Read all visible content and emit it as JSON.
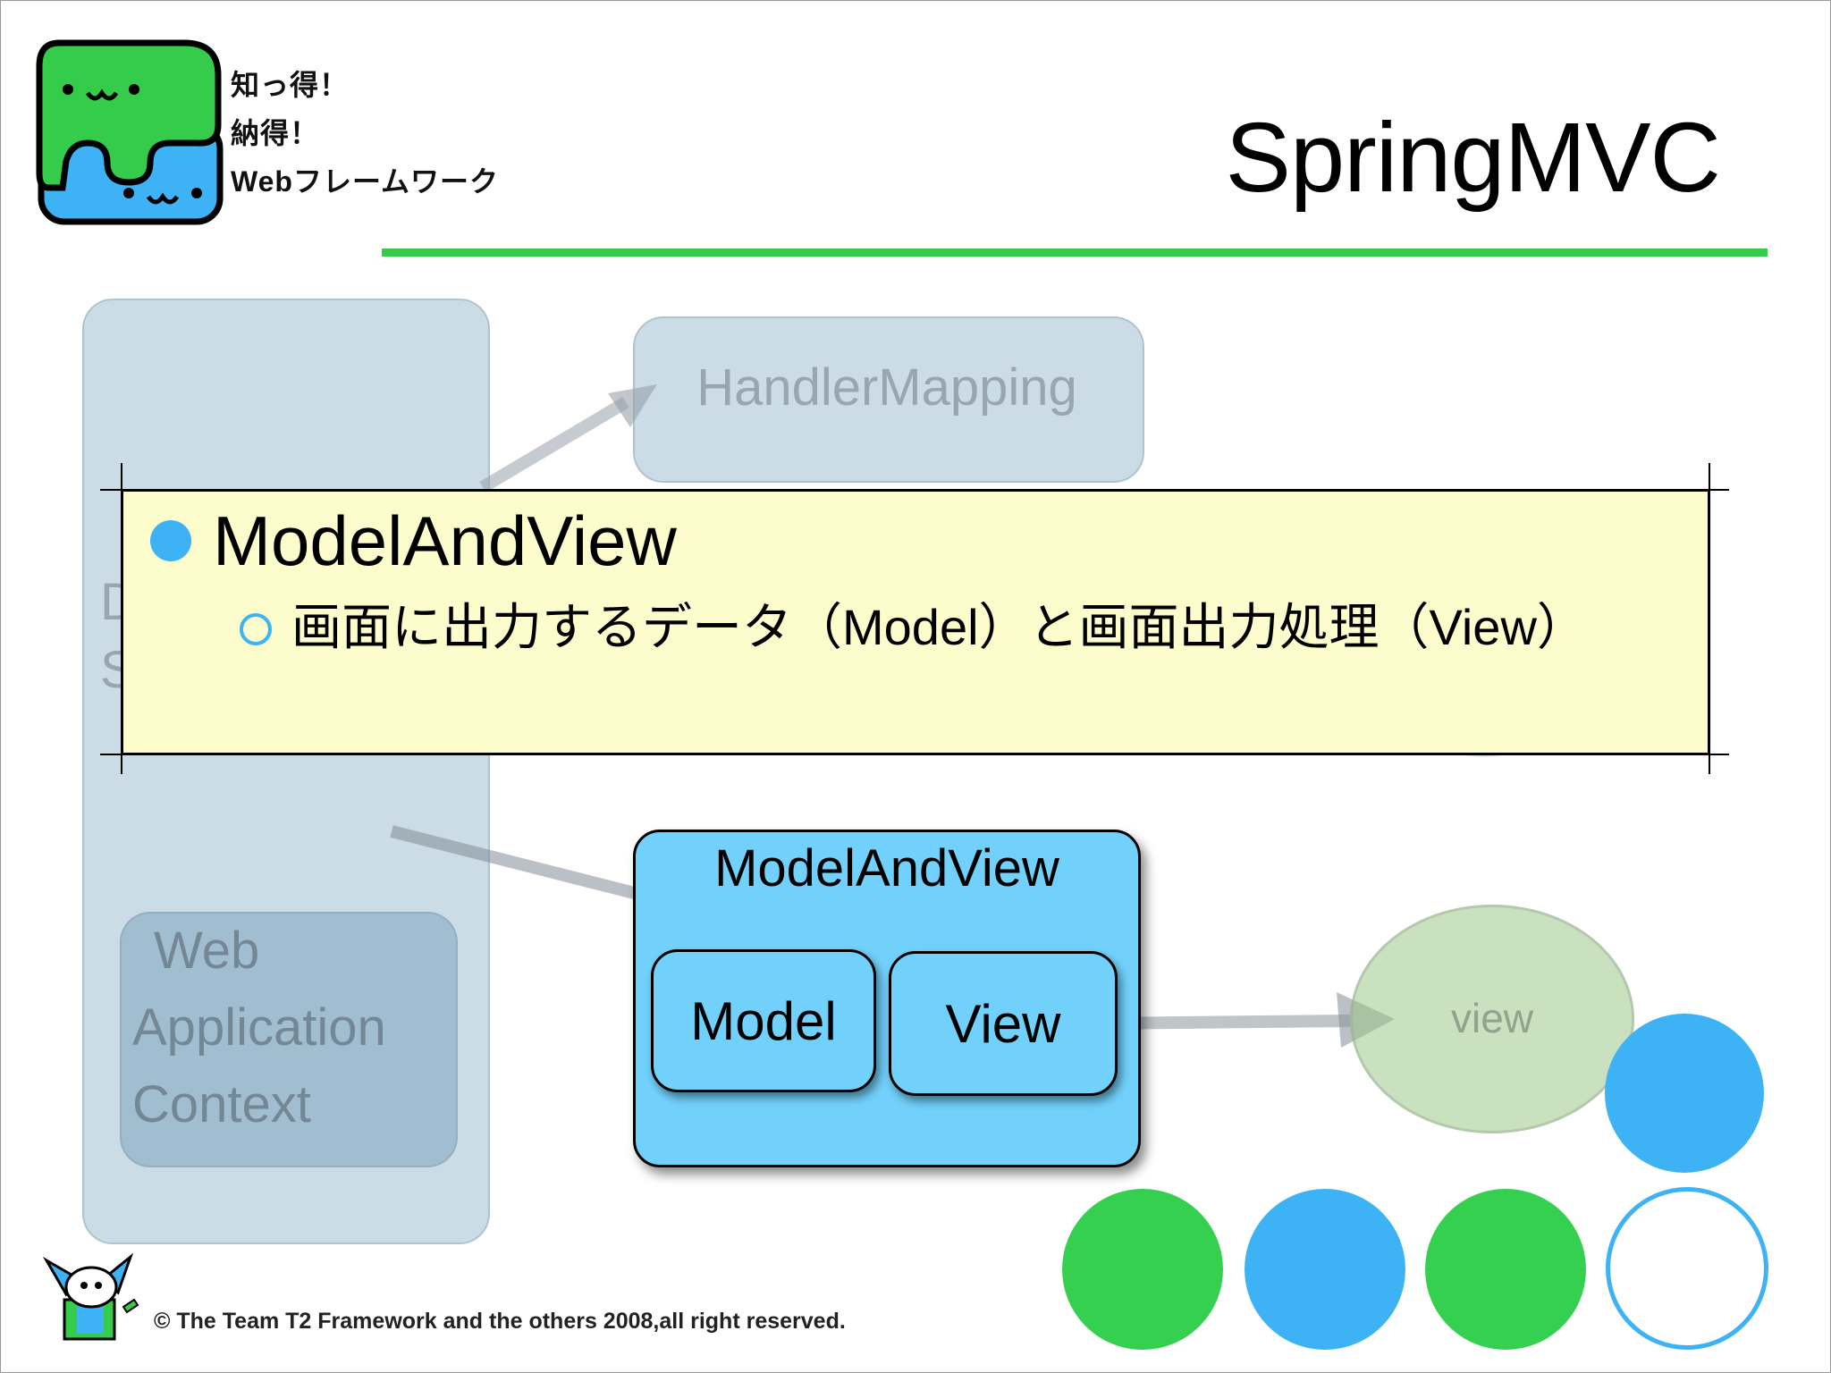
{
  "header": {
    "logo_lines": [
      "知っ得！",
      "納得！",
      "Webフレームワーク"
    ],
    "title": "SpringMVC"
  },
  "diagram": {
    "handler_mapping": "HandlerMapping",
    "dispatcher_partial": [
      "D",
      "S"
    ],
    "web_app_context": [
      "Web",
      "Application",
      "Context"
    ],
    "model_and_view": {
      "title": "ModelAndView",
      "model": "Model",
      "view": "View"
    },
    "view_node": "view"
  },
  "callout": {
    "heading": "ModelAndView",
    "description": "画面に出力するデータ（Model）と画面出力処理（View）"
  },
  "footer": {
    "copyright": "© The Team T2 Framework and the others 2008,all right reserved."
  },
  "colors": {
    "accent_green": "#35cc4b",
    "accent_blue": "#3db2f5",
    "callout_bg": "#fcfccc",
    "box_blue": "#72d1fb"
  }
}
